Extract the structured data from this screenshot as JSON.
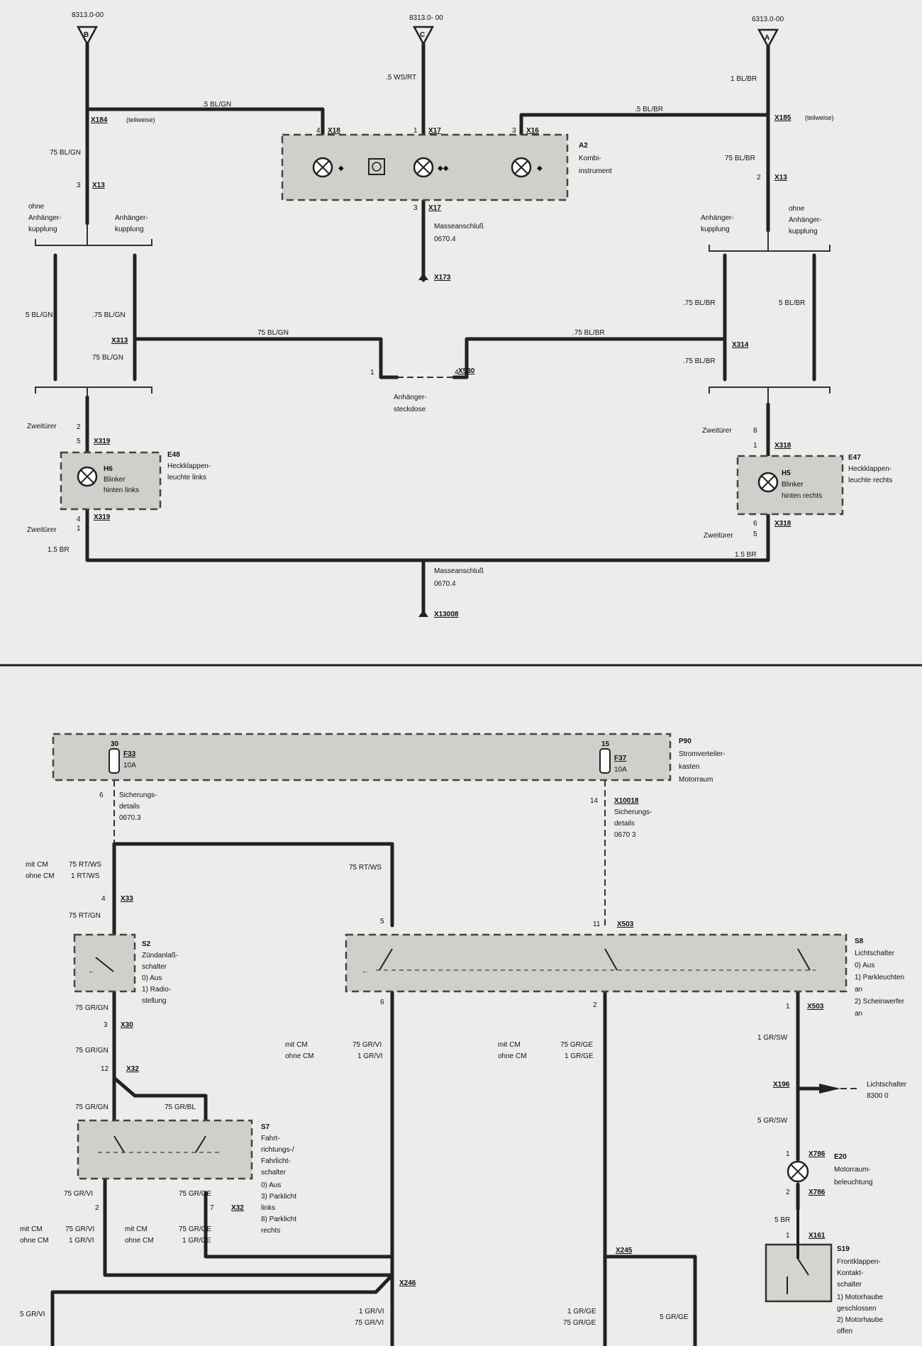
{
  "top": {
    "antenna_b": {
      "ref": "8313.0-00",
      "letter": "B"
    },
    "antenna_c": {
      "ref": "8313.0- 00",
      "letter": "C"
    },
    "antenna_a": {
      "ref": "6313.0-00",
      "letter": "A"
    },
    "wires": {
      "bl_gn_5": ".5 BL/GN",
      "ws_rt": ".5 WS/RT",
      "bl_br_5": ".5 BL/BR",
      "bl_br_1": "1 BL/BR",
      "bl_gn_75_left": "75 BL/GN",
      "bl_br_75_right": "75 BL/BR",
      "bus_left_5": "5 BL/GN",
      "bus_left_75a": ".75 BL/GN",
      "bus_left_75b": "75 BL/GN",
      "bus_mid_left": "75 BL/GN",
      "bus_mid_right": ".75 BL/BR",
      "bus_right_75a": ".75 BL/BR",
      "bus_right_5": "5 BL/BR",
      "bus_right_75b": ".75 BL/BR",
      "br_left": "1.5 BR",
      "br_right": "1.5 BR"
    },
    "connectors": {
      "x184": "X184",
      "x184_note": "(teilweise)",
      "x185": "X185",
      "x185_note": "(teilweise)",
      "x18": "X18",
      "x17_top": "X17",
      "x16": "X16",
      "x17_bottom": "X17",
      "x13_left": "X13",
      "x13_right": "X13",
      "x173": "X173",
      "x313": "X313",
      "x314": "X314",
      "x530": "X530",
      "x319_top": "X319",
      "x319_bottom": "X319",
      "x318_top": "X318",
      "x318_bottom": "X318",
      "x13008": "X13008"
    },
    "pins": {
      "p4": "4",
      "p1": "1",
      "p3": "3",
      "p3b": "3",
      "p3c": "3",
      "p2": "2",
      "bus_p1": "1",
      "bus_p4": "4",
      "lp5": "5",
      "lp4": "4",
      "lp2": "2",
      "lp1": "1",
      "rp1": "1",
      "rp6": "6",
      "rp8": "8",
      "rp5": "5"
    },
    "instrument": {
      "id": "A2",
      "name": [
        "Kombi-",
        "instrument"
      ]
    },
    "ground_top": {
      "label": "Masseanschluß",
      "ref": "0670.4"
    },
    "ground_bottom": {
      "label": "Masseanschluß",
      "ref": "0670.4"
    },
    "trailer_left": {
      "without": [
        "ohne",
        "Anhänger-",
        "kupplung"
      ],
      "with": [
        "Anhänger-",
        "kupplung"
      ]
    },
    "trailer_right": {
      "with": [
        "Anhänger-",
        "kupplung"
      ],
      "without": [
        "ohne",
        "Anhänger-",
        "kupplung"
      ]
    },
    "socket": [
      "Anhänger-",
      "steckdose"
    ],
    "zweitueren": "Zweitürer",
    "lamp_left": {
      "id": "E48",
      "name": [
        "Heckklappen-",
        "leuchte links"
      ],
      "inner": [
        "H6",
        "Blinker",
        "hinten links"
      ]
    },
    "lamp_right": {
      "id": "E47",
      "name": [
        "Heckklappen-",
        "leuchte rechts"
      ],
      "inner": [
        "H5",
        "Blinker",
        "hinten rechts"
      ]
    }
  },
  "bottom": {
    "p90": {
      "id": "P90",
      "name": [
        "Stromverteiler-",
        "kasten",
        "Motorraum"
      ]
    },
    "fuse_f33": {
      "pin": "30",
      "id": "F33",
      "rating": "10A"
    },
    "fuse_f37": {
      "pin": "15",
      "id": "F37",
      "rating": "10A"
    },
    "fuse_details_left": {
      "pin": "6",
      "label": [
        "Sicherungs-",
        "details",
        "0670.3"
      ]
    },
    "fuse_details_right": {
      "pin": "14",
      "conn": "X10018",
      "label": [
        "Sicherungs-",
        "details",
        "0670 3"
      ]
    },
    "mit_cm": "mit CM",
    "ohne_cm": "ohne CM",
    "wires": {
      "rt_ws_75": "75 RT/WS",
      "rt_ws_1": "1 RT/WS",
      "rt_ws_right": "75 RT/WS",
      "rt_gn": "75 RT/GN",
      "gr_gn_1": "75 GR/GN",
      "gr_gn_2": "75 GR/GN",
      "gr_gn_3": "75 GR/GN",
      "gr_bl": "75 GR/BL",
      "gr_vi_75": "75 GR/VI",
      "gr_vi_1": "1 GR/VI",
      "gr_ge_75": "75 GR/GE",
      "gr_ge_1": "1 GR/GE",
      "s7_out_l": "75 GR/VI",
      "s7_out_r": "75 GR/GE",
      "bl_vi_75": "75 GR/VI",
      "bl_vi_1": "1 GR/VI",
      "bl_ge_75": "75 GR/GE",
      "bl_ge_1": "1 GR/GE",
      "gr_sw_1": "1 GR/SW",
      "gr_sw_5": "5 GR/SW",
      "br_5": "5 BR",
      "bot_gr_vi": "5 GR/VI",
      "bot_1_gr_vi": "1 GR/VI",
      "bot_75_gr_vi": "75 GR/VI",
      "bot_1_gr_ge": "1 GR/GE",
      "bot_75_gr_ge": "75 GR/GE",
      "bot_5_gr_ge": "5 GR/GE"
    },
    "connectors": {
      "x33": "X33",
      "x30": "X30",
      "x32a": "X32",
      "x32b": "X32",
      "x503a": "X503",
      "x503b": "X503",
      "x196": "X196",
      "x786a": "X786",
      "x786b": "X786",
      "x161": "X161",
      "x245": "X245",
      "x246": "X246"
    },
    "pins": {
      "b4": "4",
      "b3": "3",
      "b12": "12",
      "b2": "2",
      "b7": "7",
      "c5": "5",
      "c11": "11",
      "c6": "6",
      "c2": "2",
      "c1": "1",
      "e1": "1",
      "e2": "2",
      "s1": "1"
    },
    "s2": {
      "id": "S2",
      "name": [
        "Zündanlaß-",
        "schalter"
      ],
      "states": [
        "0)   Aus",
        "1)   Radio-",
        "      stellung"
      ]
    },
    "s8": {
      "id": "S8",
      "name": [
        "Lichtschalter"
      ],
      "states": [
        "0)   Aus",
        "1)   Parkleuchten",
        "      an",
        "2)   Scheinwerfer",
        "      an"
      ]
    },
    "s7": {
      "id": "S7",
      "name": [
        "Fahrt-",
        "richtungs-/",
        "Fahrlicht-",
        "schalter"
      ],
      "states": [
        "0)   Aus",
        "3)   Parklicht",
        "      links",
        "8)   Parklicht",
        "      rechts"
      ]
    },
    "e20": {
      "id": "E20",
      "name": [
        "Motorraum-",
        "beleuchtung"
      ]
    },
    "s19": {
      "id": "S19",
      "name": [
        "Frontklappen-",
        "Kontakt-",
        "schalter"
      ],
      "states": [
        "1)   Motorhaube",
        "      geschlossen",
        "2)   Motorhaube",
        "      offen"
      ]
    },
    "lichtschalter_ref": [
      "Lichtschalter",
      "8300 0"
    ]
  }
}
